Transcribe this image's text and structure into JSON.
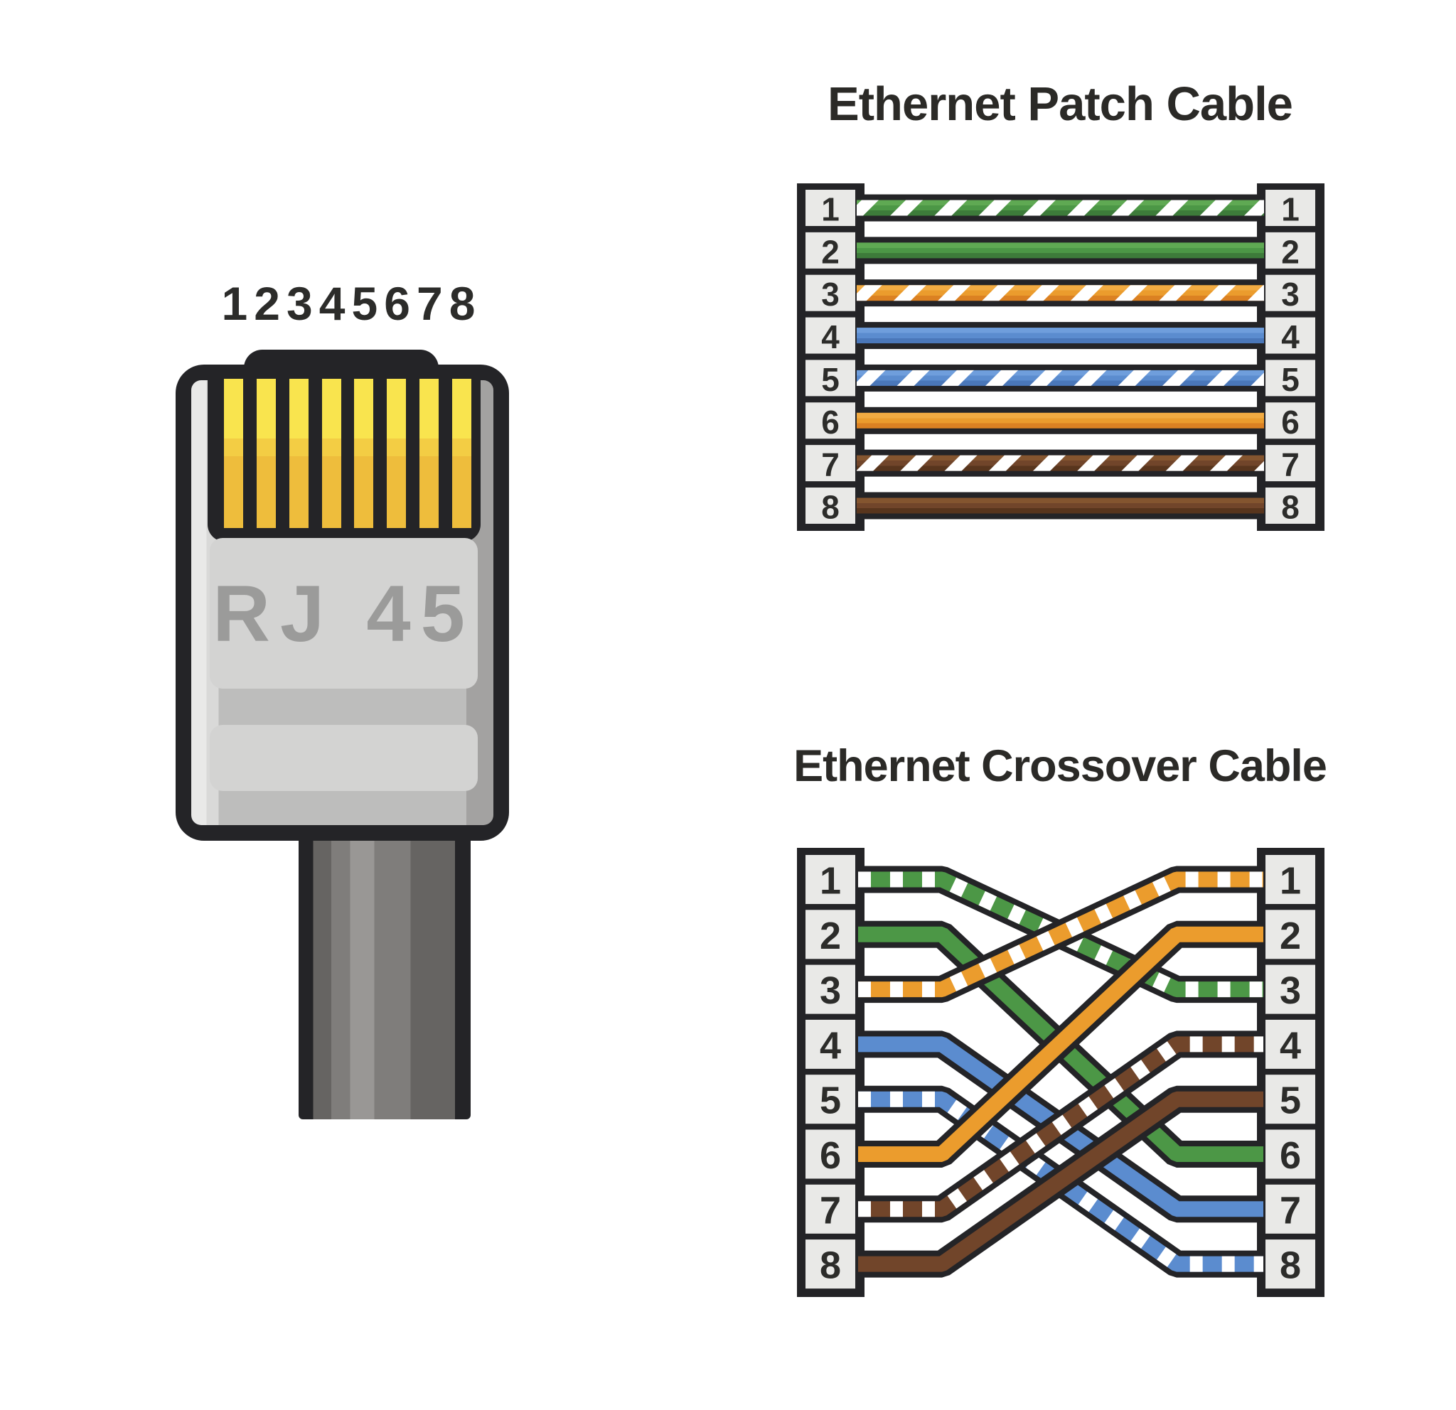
{
  "page": {
    "background": "#ffffff"
  },
  "pins": [
    "1",
    "2",
    "3",
    "4",
    "5",
    "6",
    "7",
    "8"
  ],
  "rj45": {
    "label": "RJ 45"
  },
  "diagrams": {
    "patch": {
      "title": "Ethernet Patch Cable",
      "wires": [
        {
          "from": 1,
          "to": 1,
          "color": "green",
          "striped": true
        },
        {
          "from": 2,
          "to": 2,
          "color": "green",
          "striped": false
        },
        {
          "from": 3,
          "to": 3,
          "color": "orange",
          "striped": true
        },
        {
          "from": 4,
          "to": 4,
          "color": "blue",
          "striped": false
        },
        {
          "from": 5,
          "to": 5,
          "color": "blue",
          "striped": true
        },
        {
          "from": 6,
          "to": 6,
          "color": "orange",
          "striped": false
        },
        {
          "from": 7,
          "to": 7,
          "color": "brown",
          "striped": true
        },
        {
          "from": 8,
          "to": 8,
          "color": "brown",
          "striped": false
        }
      ]
    },
    "crossover": {
      "title": "Ethernet Crossover Cable",
      "wires": [
        {
          "from": 1,
          "to": 3,
          "color": "green",
          "striped": true
        },
        {
          "from": 2,
          "to": 6,
          "color": "green",
          "striped": false
        },
        {
          "from": 3,
          "to": 1,
          "color": "orange",
          "striped": true
        },
        {
          "from": 4,
          "to": 7,
          "color": "blue",
          "striped": false
        },
        {
          "from": 5,
          "to": 8,
          "color": "blue",
          "striped": true
        },
        {
          "from": 6,
          "to": 2,
          "color": "orange",
          "striped": false
        },
        {
          "from": 7,
          "to": 4,
          "color": "brown",
          "striped": true
        },
        {
          "from": 8,
          "to": 5,
          "color": "brown",
          "striped": false
        }
      ]
    }
  },
  "palette": {
    "page_bg": "#ffffff",
    "outline": "#242427",
    "pin_square": "#e9e9e7",
    "pin_number": "#2c2c2a",
    "title_text": "#2b2a27",
    "white_stripe": "#ffffff",
    "wire_colors": {
      "green": {
        "light": "#5fa953",
        "mid": "#4c9746",
        "dark": "#3d7b3a"
      },
      "orange": {
        "light": "#f2ab42",
        "mid": "#eb9c2d",
        "dark": "#db8122"
      },
      "blue": {
        "light": "#6f9edc",
        "mid": "#5b8ccf",
        "dark": "#4a77b9"
      },
      "brown": {
        "light": "#84552f",
        "mid": "#71452a",
        "dark": "#58351d"
      }
    },
    "rj45_colors": {
      "body": "#bdbdbc",
      "body_highlight": "#e9e9e8",
      "body_shade": "#a3a2a1",
      "panel": "#d3d3d2",
      "label_text": "#9b9b9a",
      "pin_gold_top": "#f9e44e",
      "pin_gold_mid": "#f3cd44",
      "pin_gold_bottom": "#eebd3c",
      "cable_light": "#999795",
      "cable_mid": "#7f7d7b",
      "cable_dark": "#666462"
    }
  }
}
